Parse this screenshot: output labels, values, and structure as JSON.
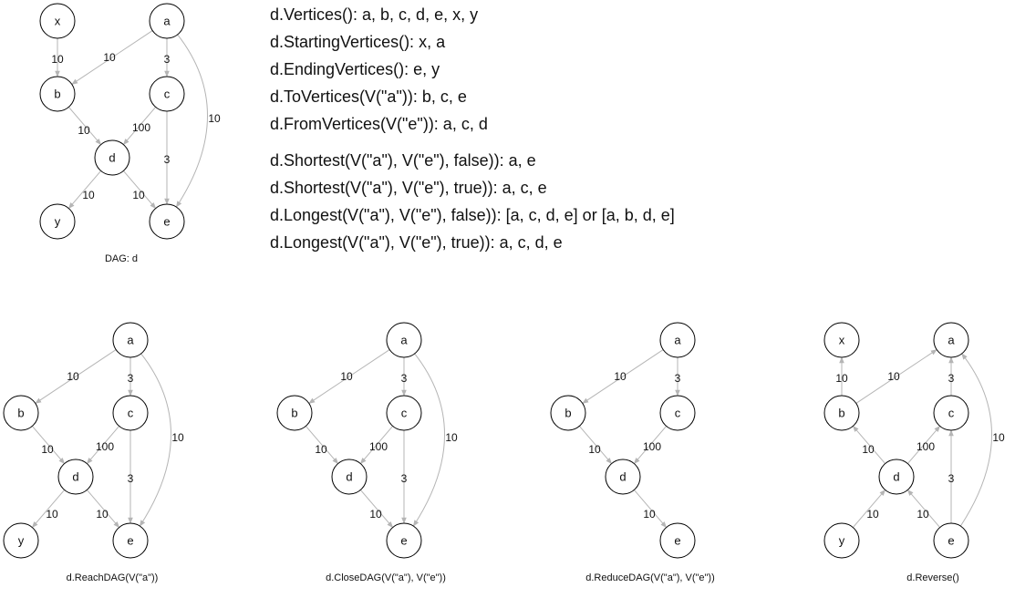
{
  "main_graph": {
    "caption": "DAG: d",
    "nodes": [
      "x",
      "a",
      "b",
      "c",
      "d",
      "y",
      "e"
    ],
    "edges": [
      {
        "from": "x",
        "to": "b",
        "weight": "10"
      },
      {
        "from": "a",
        "to": "b",
        "weight": "10"
      },
      {
        "from": "a",
        "to": "c",
        "weight": "3"
      },
      {
        "from": "a",
        "to": "e",
        "weight": "10"
      },
      {
        "from": "b",
        "to": "d",
        "weight": "10"
      },
      {
        "from": "c",
        "to": "d",
        "weight": "100"
      },
      {
        "from": "c",
        "to": "e",
        "weight": "3"
      },
      {
        "from": "d",
        "to": "y",
        "weight": "10"
      },
      {
        "from": "d",
        "to": "e",
        "weight": "10"
      }
    ]
  },
  "facts": [
    "d.Vertices(): a, b, c, d, e, x, y",
    "d.StartingVertices(): x, a",
    "d.EndingVertices(): e, y",
    "d.ToVertices(V(\"a\")): b, c, e",
    "d.FromVertices(V(\"e\")): a, c, d",
    "d.Shortest(V(\"a\"), V(\"e\"), false)): a, e",
    "d.Shortest(V(\"a\"), V(\"e\"), true)): a, c, e",
    "d.Longest(V(\"a\"), V(\"e\"), false)): [a, c, d, e] or [a, b, d, e]",
    "d.Longest(V(\"a\"), V(\"e\"), true)): a, c, d, e"
  ],
  "graphs": [
    {
      "caption": "d.ReachDAG(V(\"a\"))",
      "nodes": [
        "a",
        "b",
        "c",
        "d",
        "y",
        "e"
      ],
      "edges": [
        {
          "from": "a",
          "to": "b",
          "weight": "10"
        },
        {
          "from": "a",
          "to": "c",
          "weight": "3"
        },
        {
          "from": "a",
          "to": "e",
          "weight": "10"
        },
        {
          "from": "b",
          "to": "d",
          "weight": "10"
        },
        {
          "from": "c",
          "to": "d",
          "weight": "100"
        },
        {
          "from": "c",
          "to": "e",
          "weight": "3"
        },
        {
          "from": "d",
          "to": "y",
          "weight": "10"
        },
        {
          "from": "d",
          "to": "e",
          "weight": "10"
        }
      ]
    },
    {
      "caption": "d.CloseDAG(V(\"a\"), V(\"e\"))",
      "nodes": [
        "a",
        "b",
        "c",
        "d",
        "e"
      ],
      "edges": [
        {
          "from": "a",
          "to": "b",
          "weight": "10"
        },
        {
          "from": "a",
          "to": "c",
          "weight": "3"
        },
        {
          "from": "a",
          "to": "e",
          "weight": "10"
        },
        {
          "from": "b",
          "to": "d",
          "weight": "10"
        },
        {
          "from": "c",
          "to": "d",
          "weight": "100"
        },
        {
          "from": "c",
          "to": "e",
          "weight": "3"
        },
        {
          "from": "d",
          "to": "e",
          "weight": "10"
        }
      ]
    },
    {
      "caption": "d.ReduceDAG(V(\"a\"), V(\"e\"))",
      "nodes": [
        "a",
        "b",
        "c",
        "d",
        "e"
      ],
      "edges": [
        {
          "from": "a",
          "to": "b",
          "weight": "10"
        },
        {
          "from": "a",
          "to": "c",
          "weight": "3"
        },
        {
          "from": "b",
          "to": "d",
          "weight": "10"
        },
        {
          "from": "c",
          "to": "d",
          "weight": "100"
        },
        {
          "from": "d",
          "to": "e",
          "weight": "10"
        }
      ]
    },
    {
      "caption": "d.Reverse()",
      "nodes": [
        "x",
        "a",
        "b",
        "c",
        "d",
        "y",
        "e"
      ],
      "edges": [
        {
          "from": "b",
          "to": "x",
          "weight": "10"
        },
        {
          "from": "b",
          "to": "a",
          "weight": "10"
        },
        {
          "from": "c",
          "to": "a",
          "weight": "3"
        },
        {
          "from": "e",
          "to": "a",
          "weight": "10"
        },
        {
          "from": "d",
          "to": "b",
          "weight": "10"
        },
        {
          "from": "d",
          "to": "c",
          "weight": "100"
        },
        {
          "from": "e",
          "to": "c",
          "weight": "3"
        },
        {
          "from": "y",
          "to": "d",
          "weight": "10"
        },
        {
          "from": "e",
          "to": "d",
          "weight": "10"
        }
      ]
    }
  ]
}
